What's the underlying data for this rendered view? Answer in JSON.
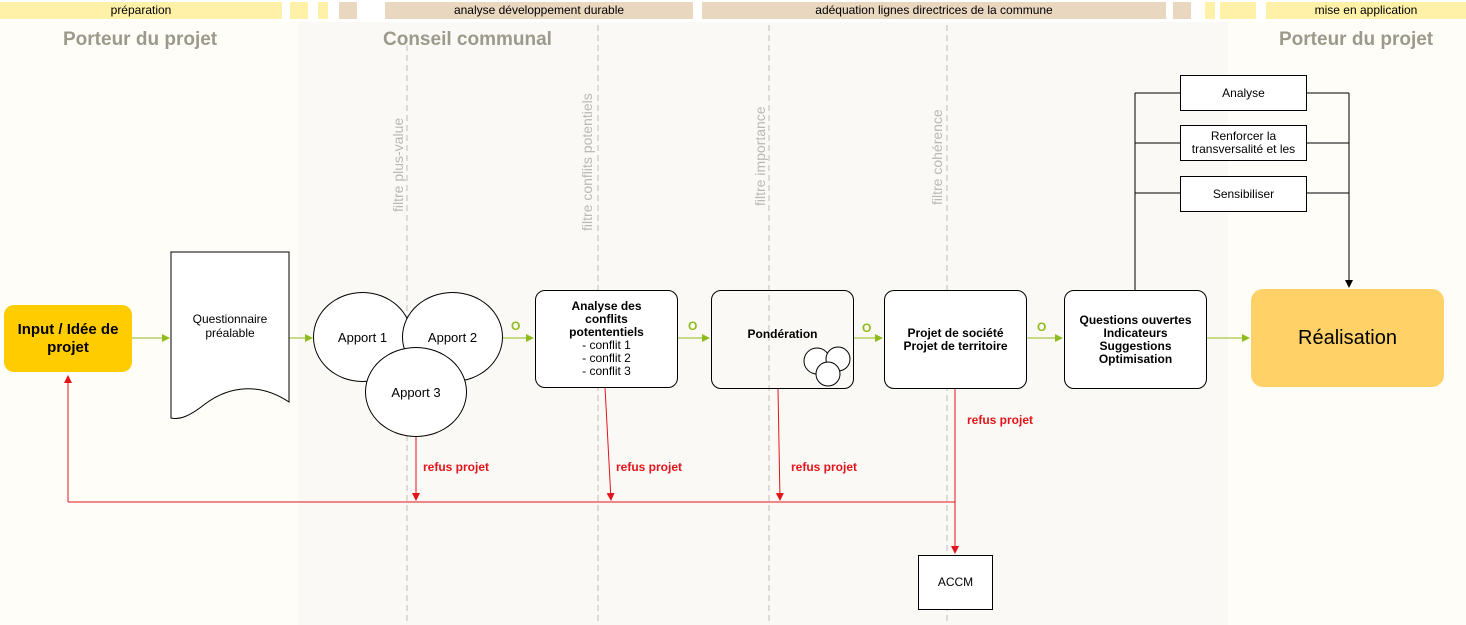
{
  "bands": {
    "preparation": "préparation",
    "analyse": "analyse développement durable",
    "adequation": "adéquation lignes directrices de la commune",
    "mise": "mise en application"
  },
  "lanes": {
    "left": "Porteur du projet",
    "middle": "Conseil communal",
    "right": "Porteur du projet"
  },
  "filters": {
    "f1": "filtre plus-value",
    "f2": "filtre conflits potentiels",
    "f3": "filtre importance",
    "f4": "filtre cohérence"
  },
  "nodes": {
    "input": "Input / Idée de projet",
    "questionnaire": "Questionnaire préalable",
    "apport1": "Apport 1",
    "apport2": "Apport 2",
    "apport3": "Apport 3",
    "analyse_conflits": "Analyse des conflits potententiels",
    "conflit1": "- conflit 1",
    "conflit2": "- conflit 2",
    "conflit3": "- conflit 3",
    "ponderation": "Pondération",
    "projet_societe": "Projet de société",
    "projet_territoire": "Projet de territoire",
    "questions": "Questions ouvertes",
    "indicateurs": "Indicateurs",
    "suggestions": "Suggestions",
    "optimisation": "Optimisation",
    "realisation": "Réalisation",
    "analyse": "Analyse",
    "renforcer": "Renforcer la transversalité et les",
    "sensibiliser": "Sensibiliser",
    "accm": "ACCM"
  },
  "edge_labels": {
    "o": "O",
    "refus": "refus projet"
  },
  "colors": {
    "yellow_band": "#fff2a8",
    "tan_band": "#ead7c0",
    "lane_bg": "#fbf9f5",
    "input_fill": "#ffcc00",
    "realisation_fill": "#ffd166",
    "green_arrow": "#8fbc1c",
    "red_arrow": "#e3141b"
  }
}
